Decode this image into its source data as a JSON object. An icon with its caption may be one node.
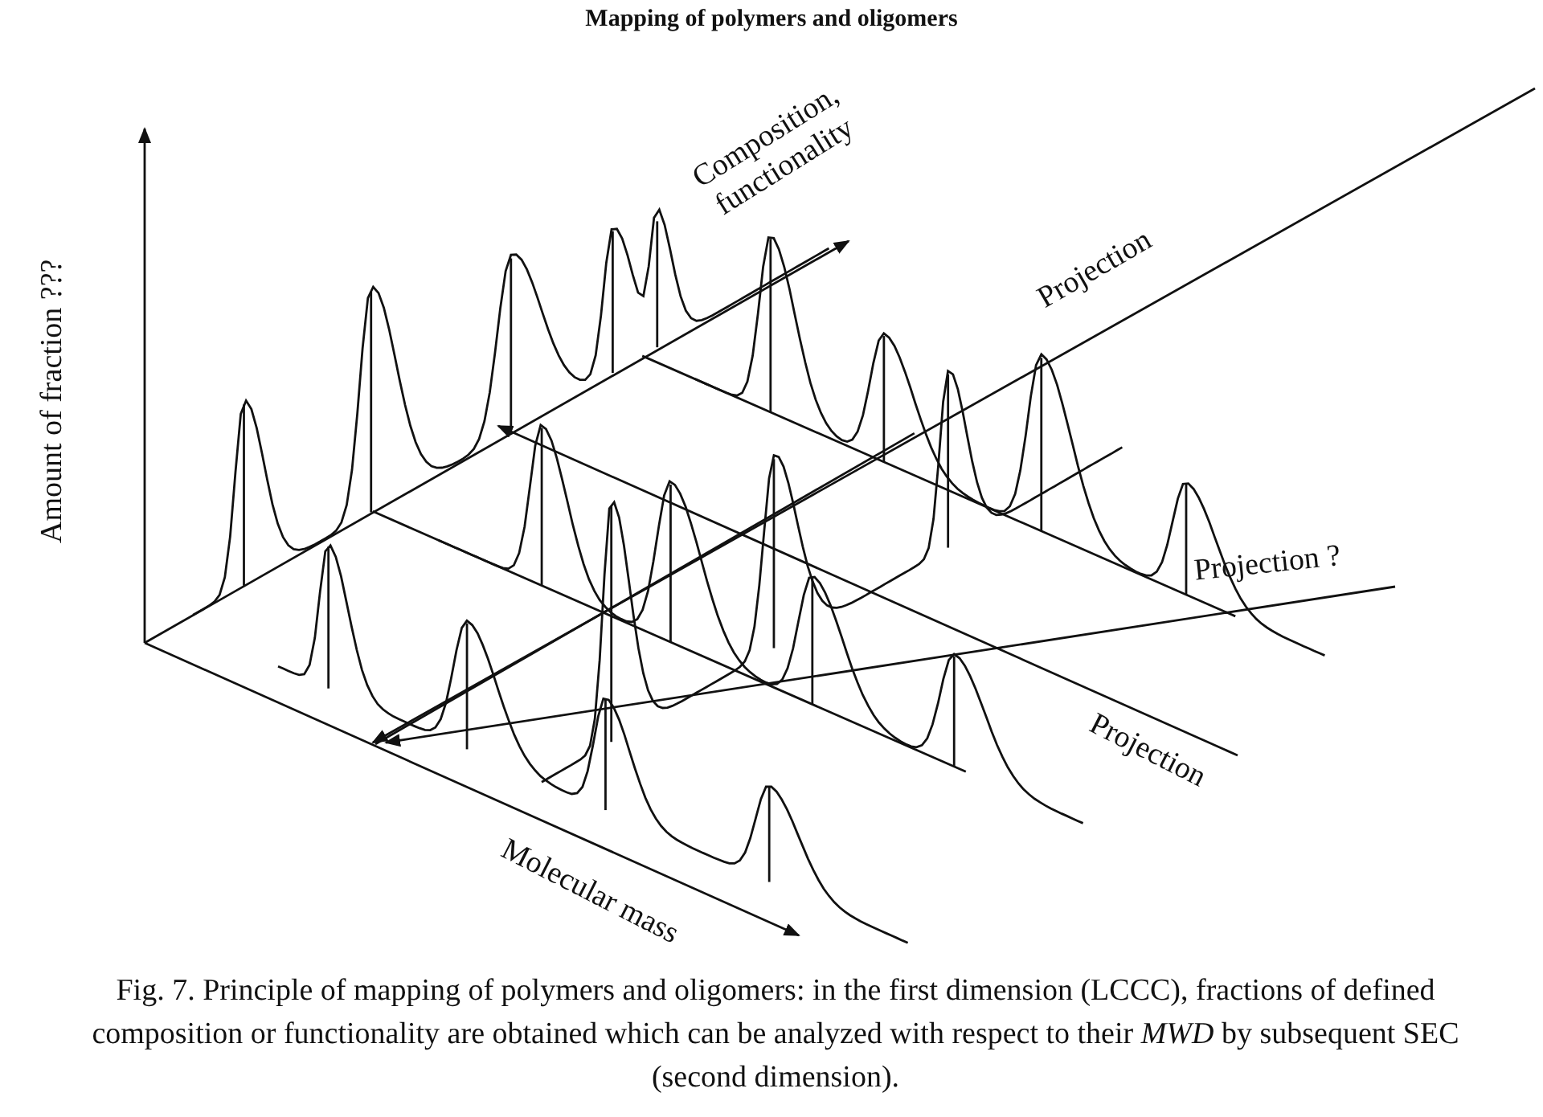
{
  "diagram": {
    "title": "Mapping of polymers and oligomers",
    "caption": "Fig. 7. Principle of mapping of polymers and oligomers: in the first dimension (LCCC), fractions of defined composition or functionality are obtained which can be analyzed with respect to their *MWD* by subsequent SEC (second dimension).",
    "labels": [
      "Amount of fraction ???",
      "Composition, functionality",
      "Projection",
      "Projection ?",
      "Projection",
      "Molecular mass"
    ]
  }
}
